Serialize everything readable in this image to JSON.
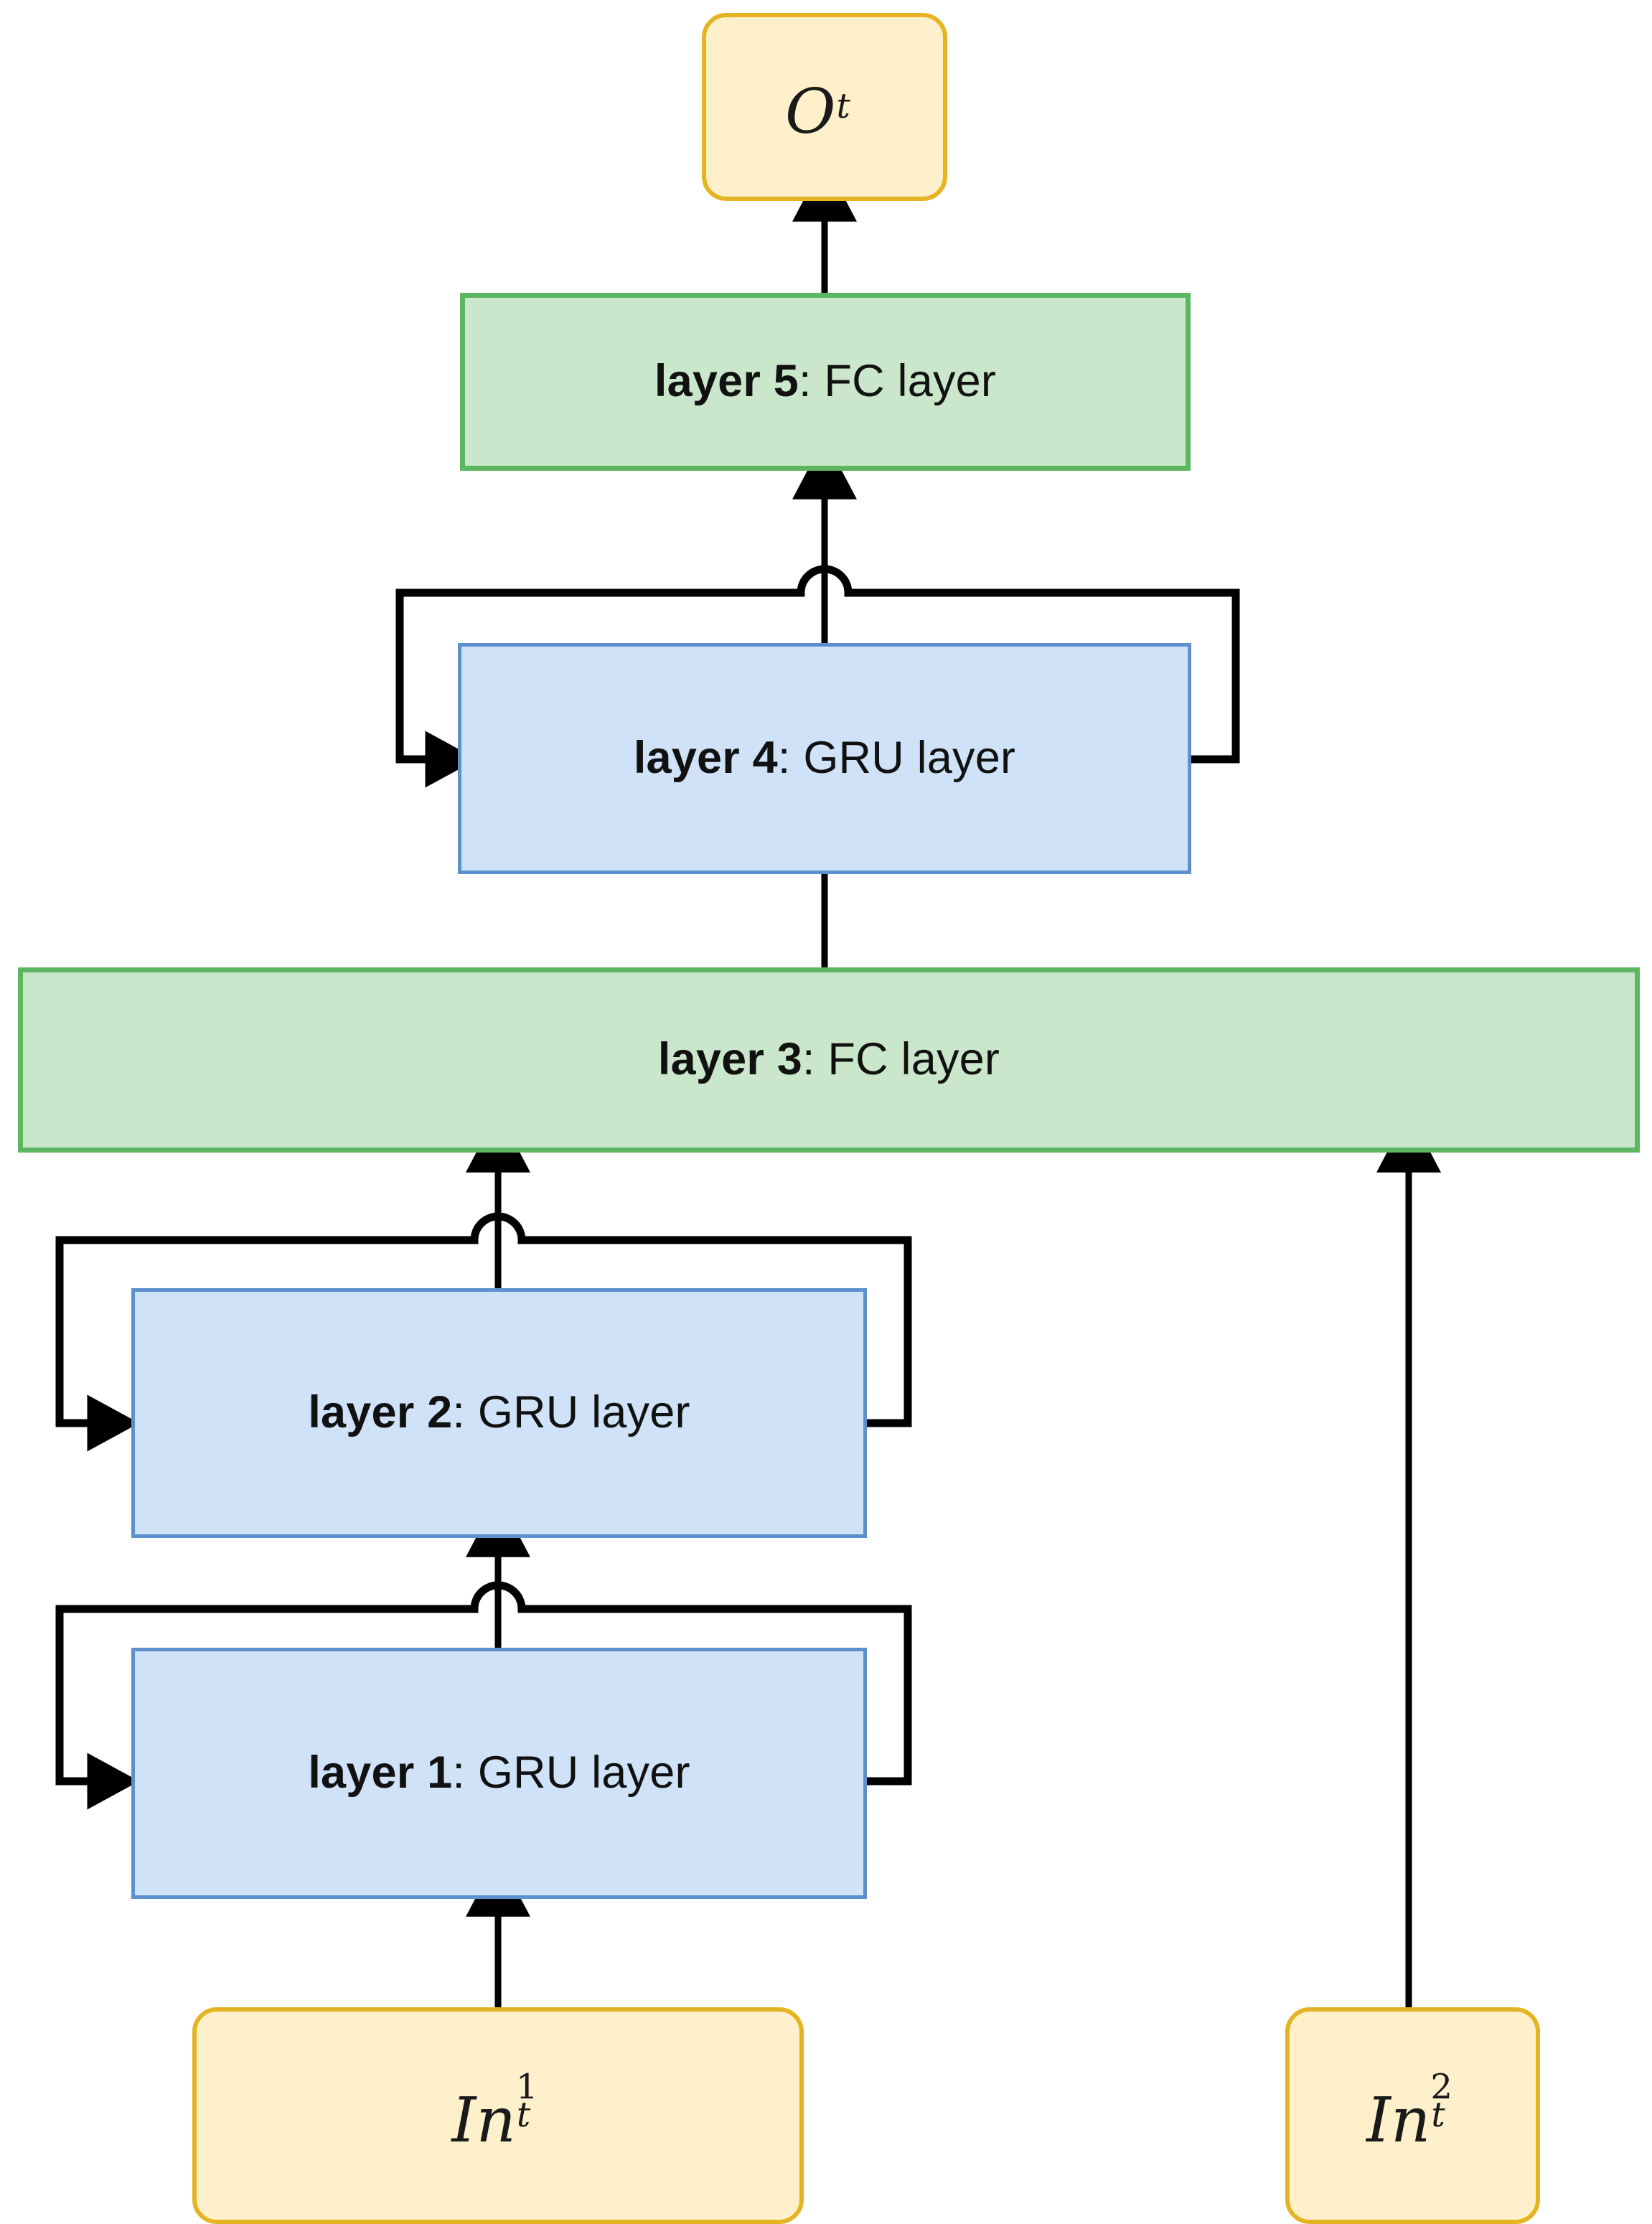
{
  "diagram": {
    "title": "Stacked GRU network with two inputs and one output",
    "background_color": "#ffffff",
    "colors": {
      "io_fill": "#fdf0ca",
      "io_border": "#e6b422",
      "gru_fill": "#cfe2f7",
      "gru_border": "#5b91cd",
      "fc_fill": "#cbe7cb",
      "fc_border": "#5cb860",
      "edge": "#000000"
    }
  },
  "nodes": {
    "output": {
      "base": "O",
      "superscript": "",
      "subscript": "t",
      "kind": "io"
    },
    "layer5": {
      "name": "layer 5",
      "separator": ": ",
      "type": "FC layer",
      "kind": "fc"
    },
    "layer4": {
      "name": "layer 4",
      "separator": ": ",
      "type": "GRU layer",
      "kind": "gru",
      "recurrent": true
    },
    "layer3": {
      "name": "layer 3",
      "separator": ": ",
      "type": "FC layer",
      "kind": "fc"
    },
    "layer2": {
      "name": "layer 2",
      "separator": ": ",
      "type": "GRU layer",
      "kind": "gru",
      "recurrent": true
    },
    "layer1": {
      "name": "layer 1",
      "separator": ": ",
      "type": "GRU layer",
      "kind": "gru",
      "recurrent": true
    },
    "input1": {
      "base": "In",
      "superscript": "1",
      "subscript": "t",
      "kind": "io"
    },
    "input2": {
      "base": "In",
      "superscript": "2",
      "subscript": "t",
      "kind": "io"
    }
  },
  "edges": [
    {
      "from": "input1",
      "to": "layer1",
      "style": "arrow-up"
    },
    {
      "from": "layer1",
      "to": "layer2",
      "style": "arrow-up"
    },
    {
      "from": "layer2",
      "to": "layer3",
      "style": "arrow-up"
    },
    {
      "from": "layer3",
      "to": "layer4",
      "style": "line-up"
    },
    {
      "from": "layer4",
      "to": "layer5",
      "style": "arrow-up"
    },
    {
      "from": "layer5",
      "to": "output",
      "style": "arrow-up"
    },
    {
      "from": "input2",
      "to": "layer3",
      "style": "arrow-up"
    },
    {
      "from": "layer1",
      "to": "layer1",
      "style": "recurrent-loop"
    },
    {
      "from": "layer2",
      "to": "layer2",
      "style": "recurrent-loop"
    },
    {
      "from": "layer4",
      "to": "layer4",
      "style": "recurrent-loop"
    }
  ]
}
